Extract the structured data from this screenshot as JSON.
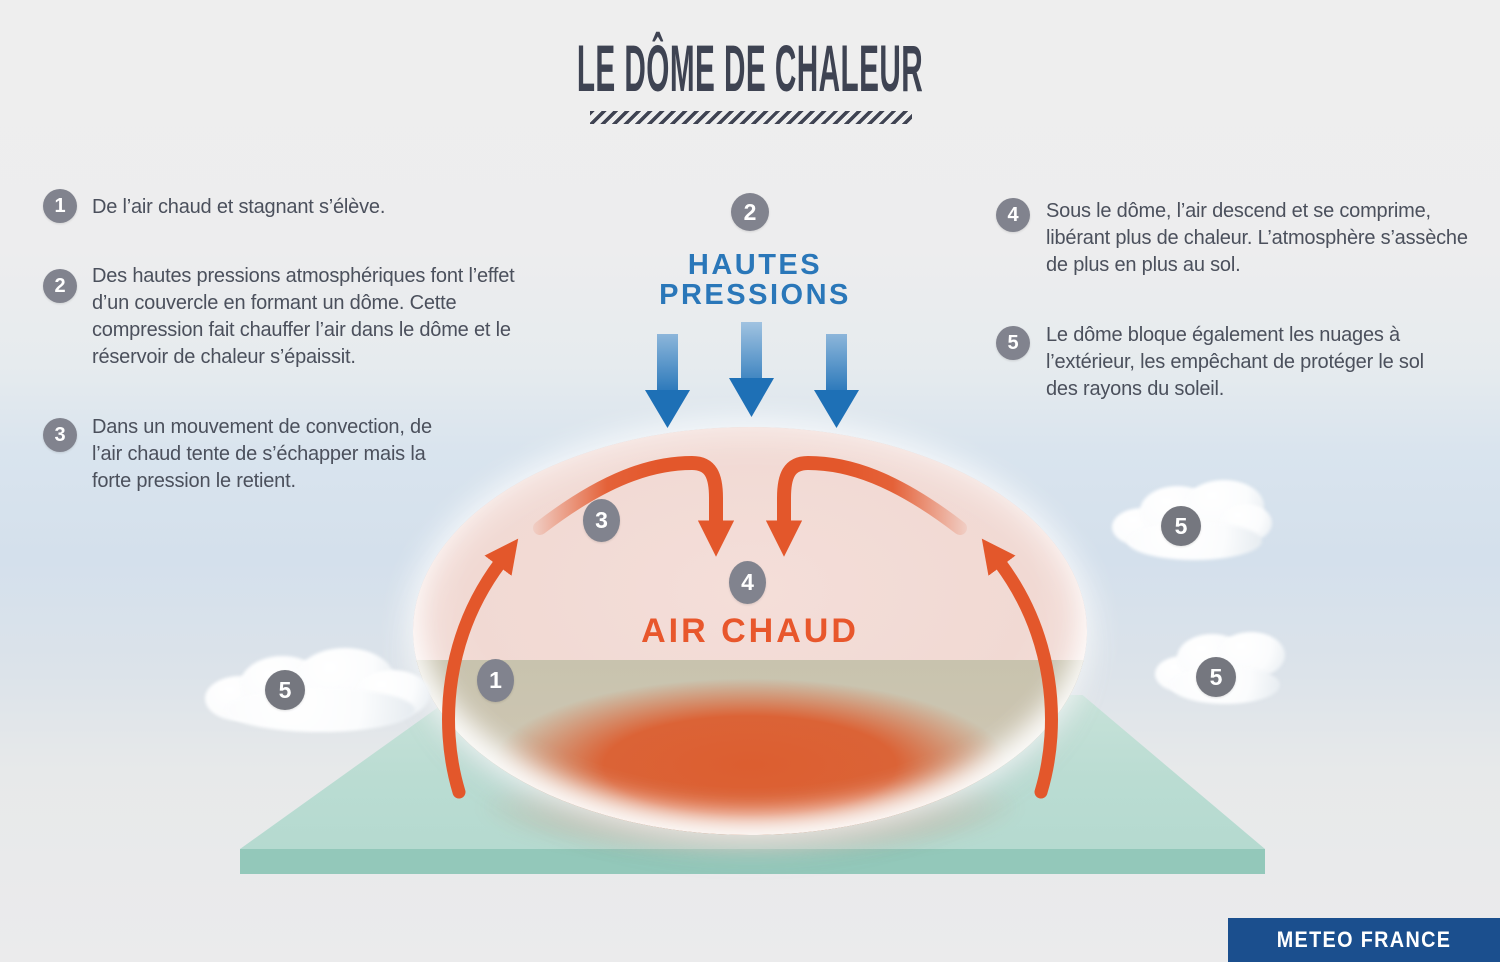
{
  "title": "LE DÔME DE CHALEUR",
  "steps": [
    {
      "num": "1",
      "text": "De l’air chaud et stagnant s’élève."
    },
    {
      "num": "2",
      "text": "Des hautes pressions atmosphériques font l’effet d’un couvercle en formant un dôme. Cette compression fait chauffer l’air dans le dôme et le réservoir de chaleur s’épaissit."
    },
    {
      "num": "3",
      "text": "Dans un mouvement de convection, de l’air chaud tente de s’échapper mais la forte pression le retient."
    },
    {
      "num": "4",
      "text": "Sous le dôme, l’air descend et se comprime, libérant plus de chaleur. L’atmosphère s’assèche de plus en plus au sol."
    },
    {
      "num": "5",
      "text": "Le dôme bloque également les nuages à l’extérieur, les empêchant de protéger le sol des rayons du soleil."
    }
  ],
  "diagram": {
    "high_pressure_label": "HAUTES PRESSIONS",
    "dome_label": "AIR CHAUD"
  },
  "footer": {
    "brand": "METEO FRANCE"
  },
  "colors": {
    "accent_blue": "#2a77b9",
    "arrow_blue": "#1e70b6",
    "accent_orange": "#e3572b",
    "badge_gray": "#81838e",
    "title_navy": "#3e4352",
    "ground_green": "#b9dcd2",
    "brand_navy": "#1b4f8e"
  }
}
